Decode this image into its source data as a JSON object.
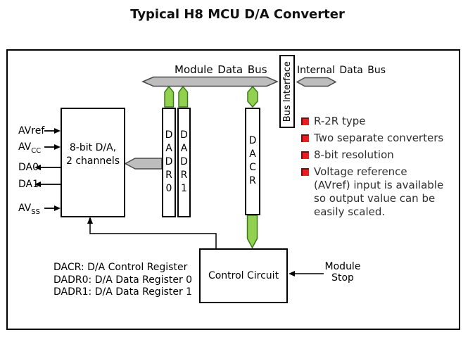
{
  "title": "Typical H8 MCU D/A Converter",
  "diagram": {
    "buses": {
      "module_bus_label": "Module Data Bus",
      "internal_bus_label": "Internal Data Bus",
      "bus_interface_label": "Bus Interface"
    },
    "blocks": {
      "dac_line1": "8-bit D/A,",
      "dac_line2": "2 channels",
      "dadr0": "DADR0",
      "dadr1": "DADR1",
      "dacr": "DACR",
      "control": "Control Circuit"
    },
    "pins": [
      {
        "base": "AVref",
        "sub": "",
        "dir": "in"
      },
      {
        "base": "AV",
        "sub": "CC",
        "dir": "in"
      },
      {
        "base": "DA0",
        "sub": "",
        "dir": "out"
      },
      {
        "base": "DA1",
        "sub": "",
        "dir": "out"
      },
      {
        "base": "AV",
        "sub": "SS",
        "dir": "in"
      }
    ],
    "module_stop": "Module\nStop",
    "legend": [
      "DACR: D/A Control Register",
      "DADR0: D/A Data Register 0",
      "DADR1: D/A Data Register 1"
    ]
  },
  "bullets": [
    "R-2R type",
    "Two separate converters",
    "8-bit resolution",
    "Voltage reference\n(AVref) input is available\nso output value can be\neasily scaled."
  ],
  "colors": {
    "bus_gray_fill": "#bdbdbd",
    "bus_gray_stroke": "#4a4a4a",
    "arrow_green_fill": "#92d050",
    "arrow_green_stroke": "#3c7a1e",
    "bullet_red": "#ed1c24",
    "bullet_bevel": "#6d1013",
    "line_black": "#000000"
  }
}
